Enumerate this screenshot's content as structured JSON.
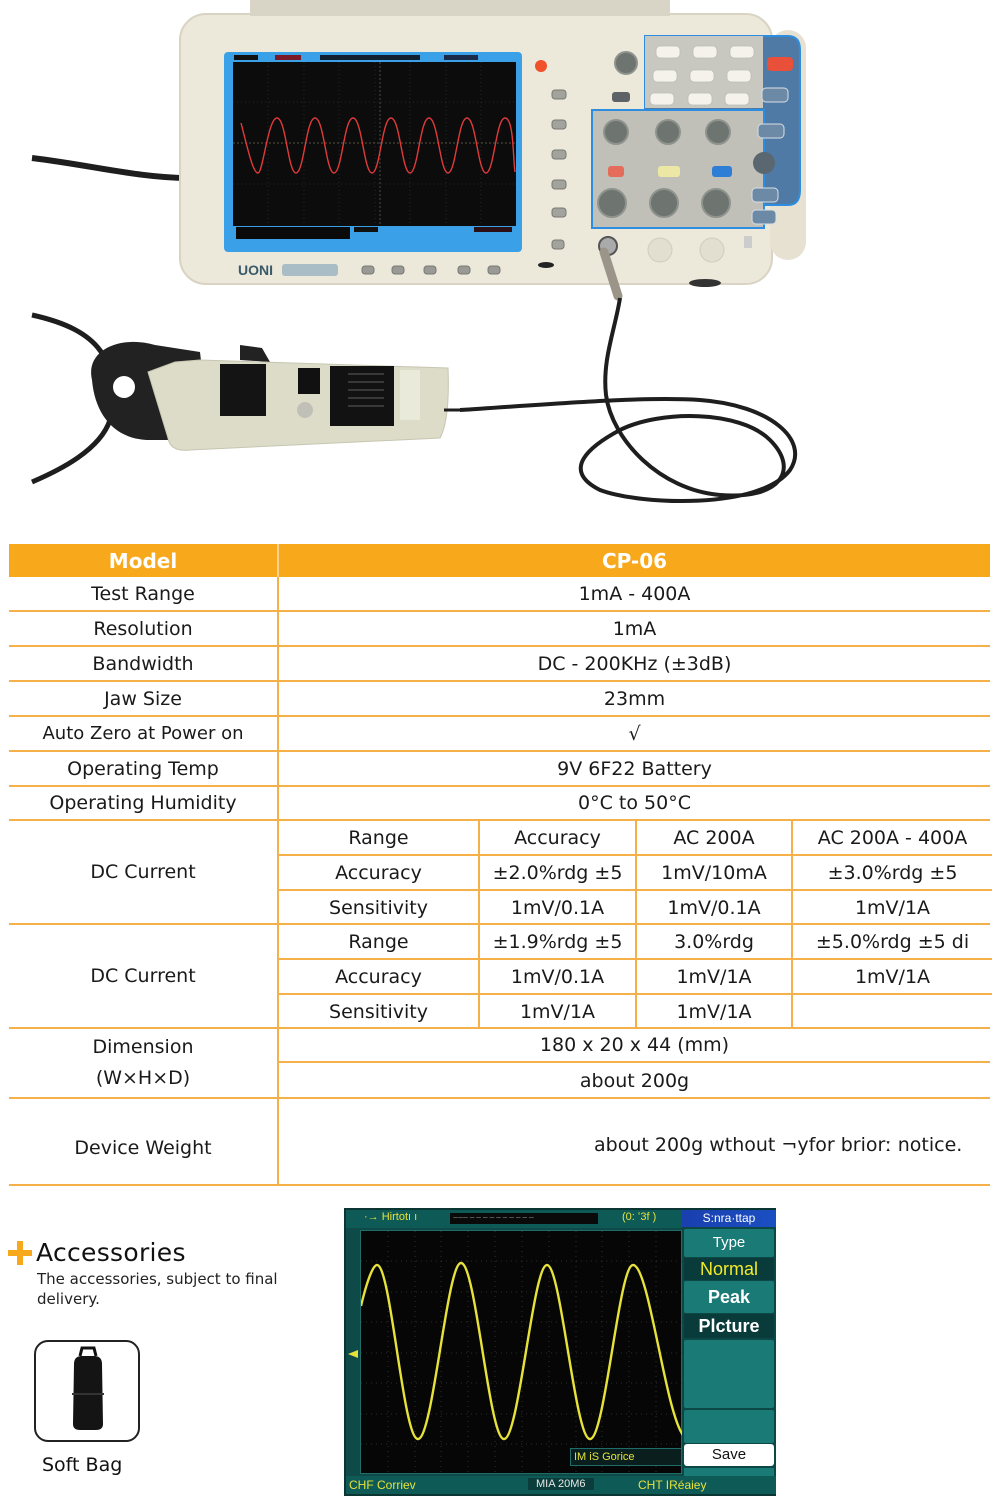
{
  "product_photo": {
    "oscilloscope": {
      "brand_label": "UONI",
      "screen_waveform_color": "#e03a3a",
      "screen_bezel_color": "#3aa0e8",
      "probe_connector": "BNC"
    },
    "current_clamp": {
      "body_color": "#dcdcc8",
      "jaw_color": "#222222"
    }
  },
  "spec_table": {
    "header": {
      "label": "Model",
      "value": "CP-06"
    },
    "rows": [
      {
        "label": "Test Range",
        "value": "1mA - 400A"
      },
      {
        "label": "Resolution",
        "value": "1mA"
      },
      {
        "label": "Bandwidth",
        "value": "DC - 200KHz (±3dB)"
      },
      {
        "label": "Jaw Size",
        "value": "23mm"
      },
      {
        "label": "Auto Zero at Power on",
        "value": "√"
      },
      {
        "label": "Operating Temp",
        "value": "9V 6F22 Battery"
      },
      {
        "label": "Operating Humidity",
        "value": "0°C to 50°C"
      }
    ],
    "dc_current_1": {
      "label": "DC Current",
      "cells": [
        [
          "Range",
          "Accuracy",
          "AC 200A",
          "AC 200A - 400A"
        ],
        [
          "Accuracy",
          "±2.0%rdg ±5",
          "1mV/10mA",
          "±3.0%rdg ±5"
        ],
        [
          "Sensitivity",
          "1mV/0.1A",
          "1mV/0.1A",
          "1mV/1A"
        ]
      ]
    },
    "dc_current_2": {
      "label": "DC Current",
      "cells": [
        [
          "Range",
          "±1.9%rdg ±5",
          "3.0%rdg",
          "±5.0%rdg ±5 di"
        ],
        [
          "Accuracy",
          "1mV/0.1A",
          "1mV/1A",
          "1mV/1A"
        ],
        [
          "Sensitivity",
          "1mV/1A",
          "1mV/1A",
          ""
        ]
      ]
    },
    "dimension": {
      "label_line1": "Dimension",
      "label_line2": "(W×H×D)",
      "value_top": "180 x 20 x 44 (mm)",
      "value_bottom": "about 200g"
    },
    "weight": {
      "label": "Device Weight",
      "value": "about 200g  wthout ¬y​for briorː notice."
    },
    "colors": {
      "header_bg": "#f7a91b",
      "border": "#f5b04a"
    }
  },
  "accessories": {
    "title": "Accessories",
    "note": "The accessories, subject to final delivery.",
    "items": [
      {
        "label": "Soft Bag",
        "icon": "soft-bag-icon"
      }
    ]
  },
  "scope_screen": {
    "top_left": "·→ Hirtotı ı",
    "top_info": "——— — — — — — — — — — —",
    "top_right": "(0: ʻ3f )",
    "menu_title": "S:nra·ttap",
    "menu_items": {
      "type": "Type",
      "normal": "Normal",
      "peak": "Peak",
      "picture": "Plcture",
      "save": "Save"
    },
    "message": "IM iS Gorice",
    "bottom_left": "CHF Corriev",
    "bottom_center": "MIA 20M6",
    "bottom_right": "CHT IRéaiey",
    "waveform_color": "#e6e23a"
  }
}
